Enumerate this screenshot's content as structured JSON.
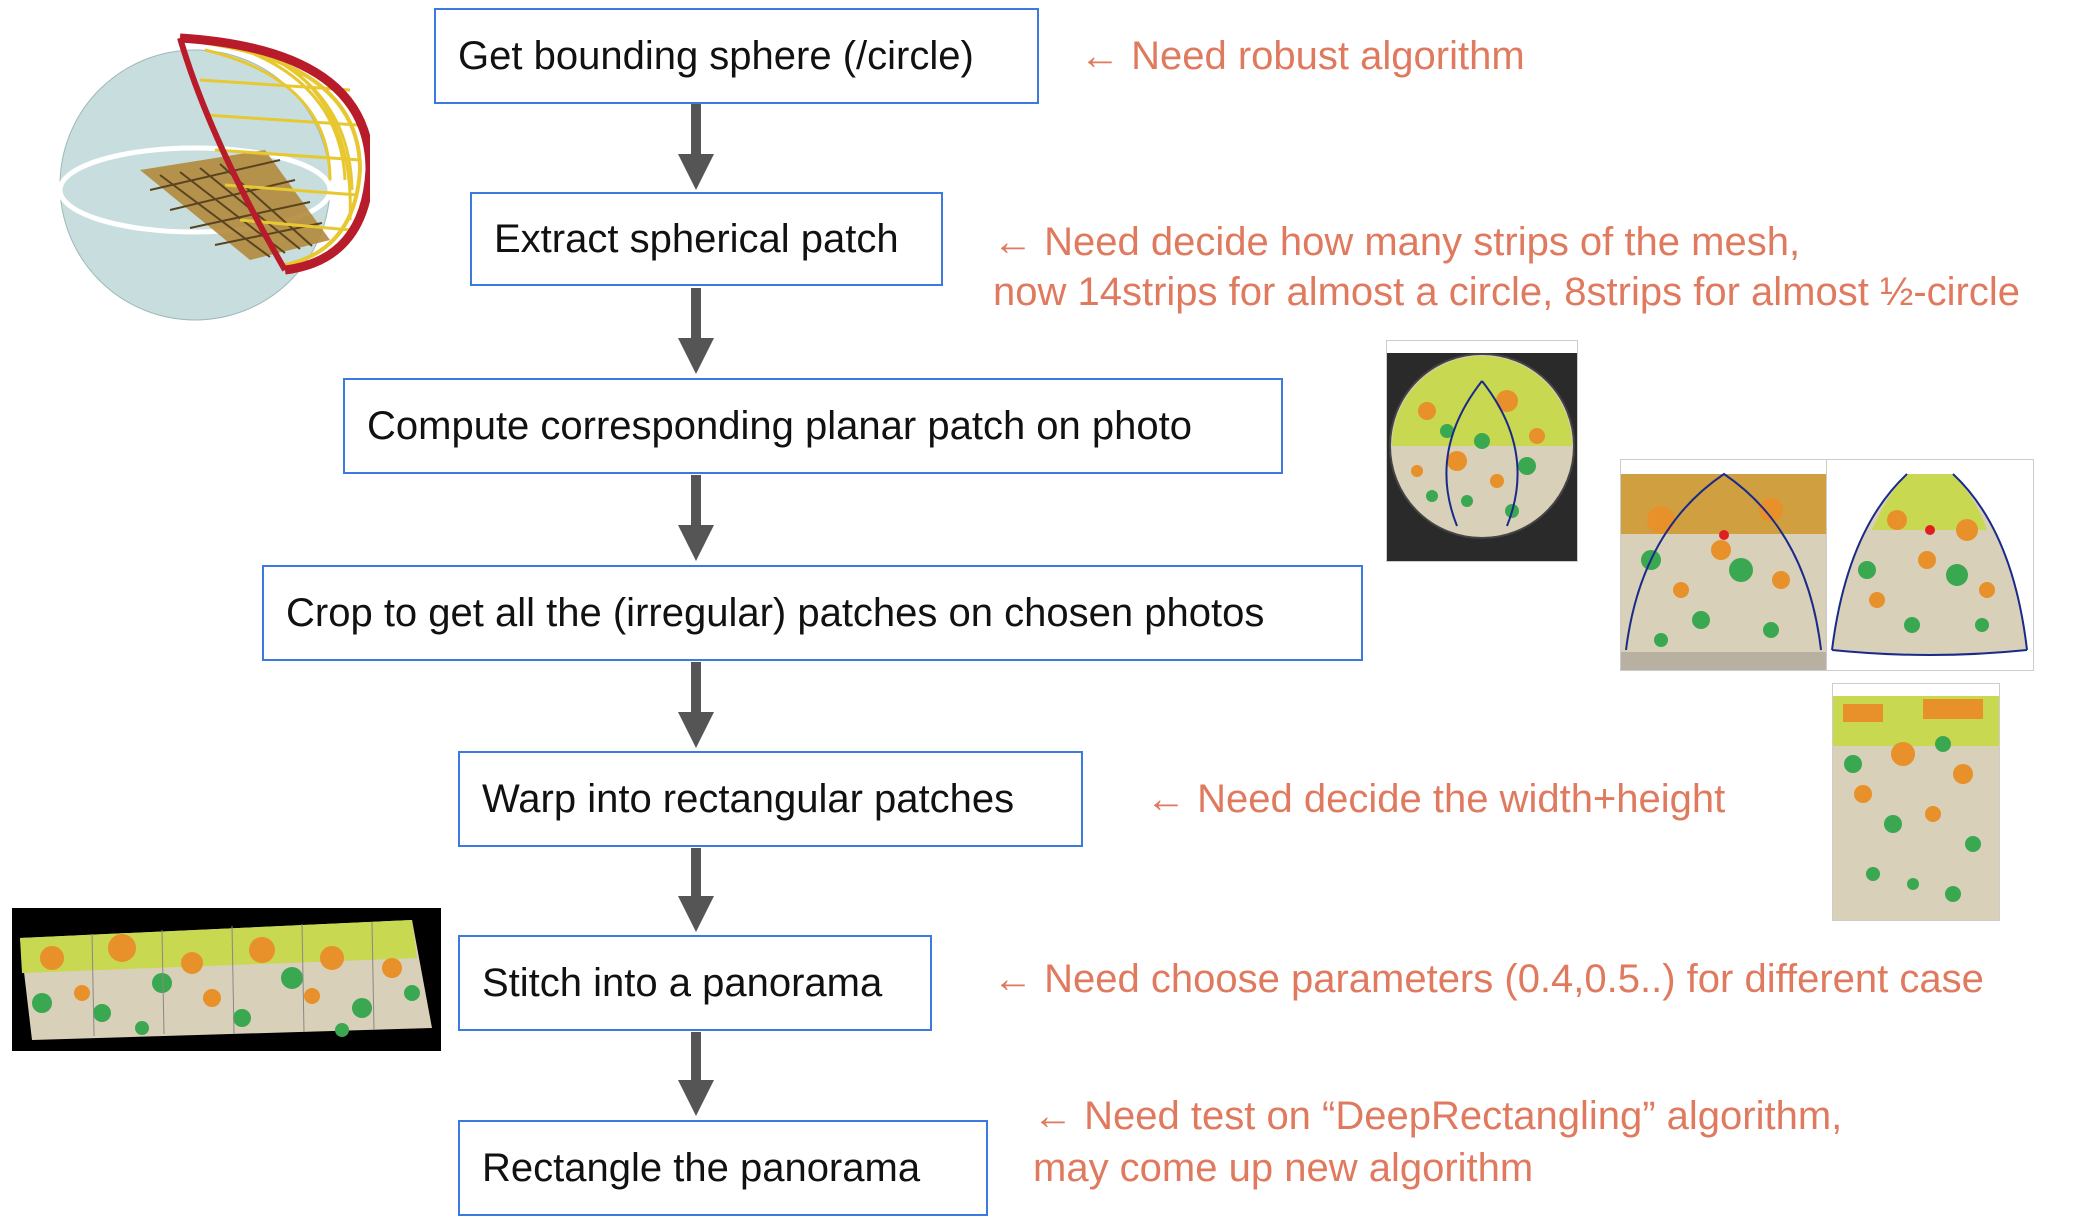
{
  "steps": [
    {
      "label": "Get bounding sphere (/circle)"
    },
    {
      "label": "Extract spherical patch"
    },
    {
      "label": "Compute corresponding planar patch on photo"
    },
    {
      "label": "Crop to get all the (irregular) patches on chosen photos"
    },
    {
      "label": "Warp into rectangular patches"
    },
    {
      "label": "Stitch into a panorama"
    },
    {
      "label": "Rectangle the panorama"
    }
  ],
  "notes": {
    "step1": "← Need robust algorithm",
    "step2_line1": "← Need decide how many strips of the mesh,",
    "step2_line2": "now 14strips for almost a circle, 8strips for almost ½-circle",
    "step5": "← Need decide the width+height",
    "step6": "← Need choose parameters (0.4,0.5..) for different case",
    "step7_line1": "← Need test on “DeepRectangling” algorithm,",
    "step7_line2": "may come up new algorithm"
  },
  "colors": {
    "box_border": "#3b7be0",
    "note_text": "#e07a5f",
    "arrow": "#555555",
    "step_text": "#111111"
  }
}
